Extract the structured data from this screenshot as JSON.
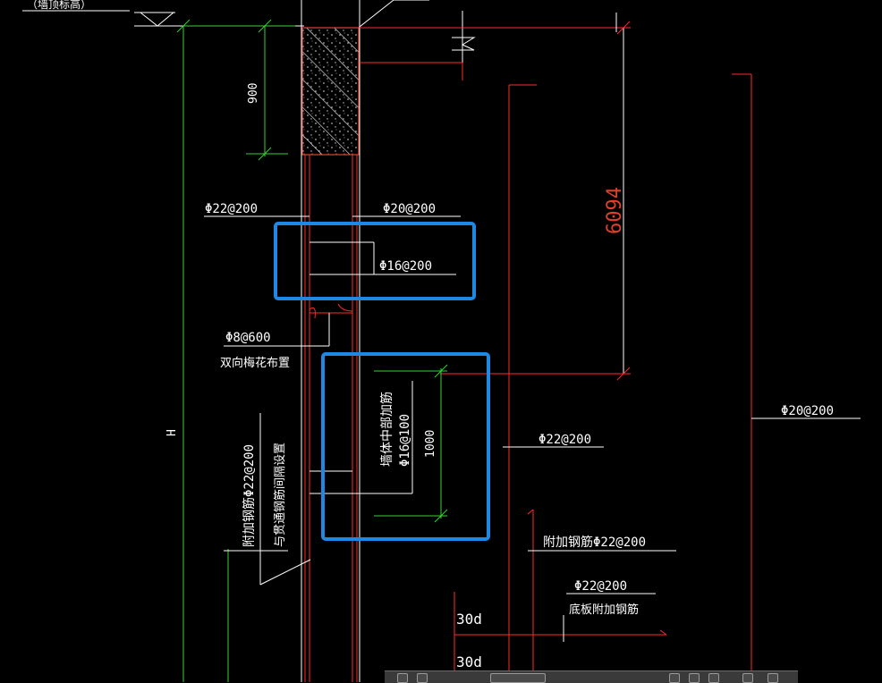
{
  "colors": {
    "background": "#000000",
    "line_red": "#ff2a2a",
    "line_green": "#35d435",
    "text": "#ffffff",
    "highlight": "#1e88e5",
    "dim_red_text": "#e0402a"
  },
  "labels": {
    "wall_top_note": "（墙顶标高）",
    "dim_900": "900",
    "dim_6094": "6094",
    "dim_1000": "1000",
    "dim_h": "H",
    "rebar_left_top": "Φ22@200",
    "rebar_right_top": "Φ20@200",
    "rebar_mid": "Φ16@200",
    "tie_spacing": "Φ8@600",
    "tie_note": "双向梅花布置",
    "wall_mid_line1": "墙体中部加筋",
    "wall_mid_line2": "Φ16@100",
    "rebar_mid_right": "Φ22@200",
    "rebar_far_right": "Φ20@200",
    "extra_rebar_vertical_line1": "附加钢筋Φ22@200",
    "extra_rebar_vertical_line2": "与贯通钢筋间隔设置",
    "extra_rebar_right": "附加钢筋Φ22@200",
    "bottom_rebar_value": "Φ22@200",
    "bottom_rebar_note": "底板附加钢筋",
    "anchor_30d_a": "30d",
    "anchor_30d_b": "30d"
  },
  "toolbar": {
    "icons": [
      "grid-icon",
      "select-icon",
      "box-icon",
      "pan-icon",
      "zoom-icon",
      "orbit-icon",
      "layers-icon",
      "settings-icon"
    ]
  }
}
